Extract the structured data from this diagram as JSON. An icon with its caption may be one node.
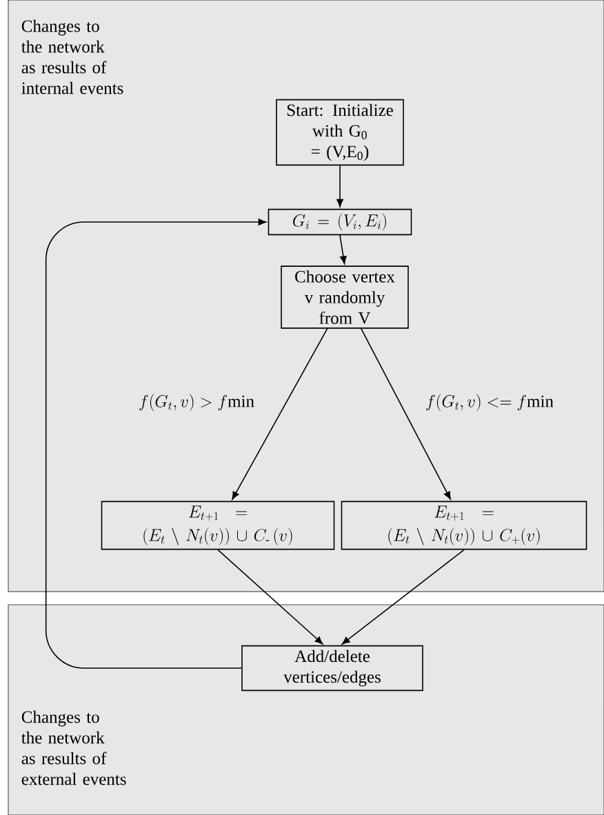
{
  "diagram": {
    "nodes": [
      {
        "text": [
          "Changes to the network as results of internal events"
        ]
      },
      {
        "text": [
          "Start: Initialize with G$_{0}$ = (V,E$_{0}$)"
        ],
        "in": 0
      },
      {
        "text": [
          "G_i = (V_i, E_i)"
        ],
        "in": 0
      },
      {
        "text": [
          "Choose vertex v randomly from V"
        ],
        "in": 0
      },
      {
        "text": [
          "E_{t+1} =",
          "(E_t\\setminus N_t(v))\\cup C_{\\text{-}}\\,(v)"
        ],
        "in": 0
      },
      {
        "text": [
          "E_{t+1} =",
          "(E_t\\setminus N_t(v)) \\cup C_+(v)"
        ],
        "in": 0
      },
      {
        "text": [
          "Changes to the network as results of external events"
        ]
      },
      {
        "text": [
          "Add/delete vertices/edges"
        ],
        "in": 6
      }
    ],
    "edges": [
      {
        "from": 1,
        "to": 2,
        "arrow": "to"
      },
      {
        "from": 2,
        "to": 3,
        "arrow": "to"
      },
      {
        "from": 3,
        "to": 4,
        "arrow": "to",
        "label": "f(G_t,v) > f\\mathrm{min}"
      },
      {
        "from": 3,
        "to": 5,
        "arrow": "to",
        "label": "f(G_t,v) <= f\\mathrm{min}"
      },
      {
        "from": 4,
        "to": 7,
        "arrow": "to"
      },
      {
        "from": 5,
        "to": 7,
        "arrow": "to"
      },
      {
        "from": 7,
        "to": 2,
        "arrow": "to"
      }
    ]
  }
}
